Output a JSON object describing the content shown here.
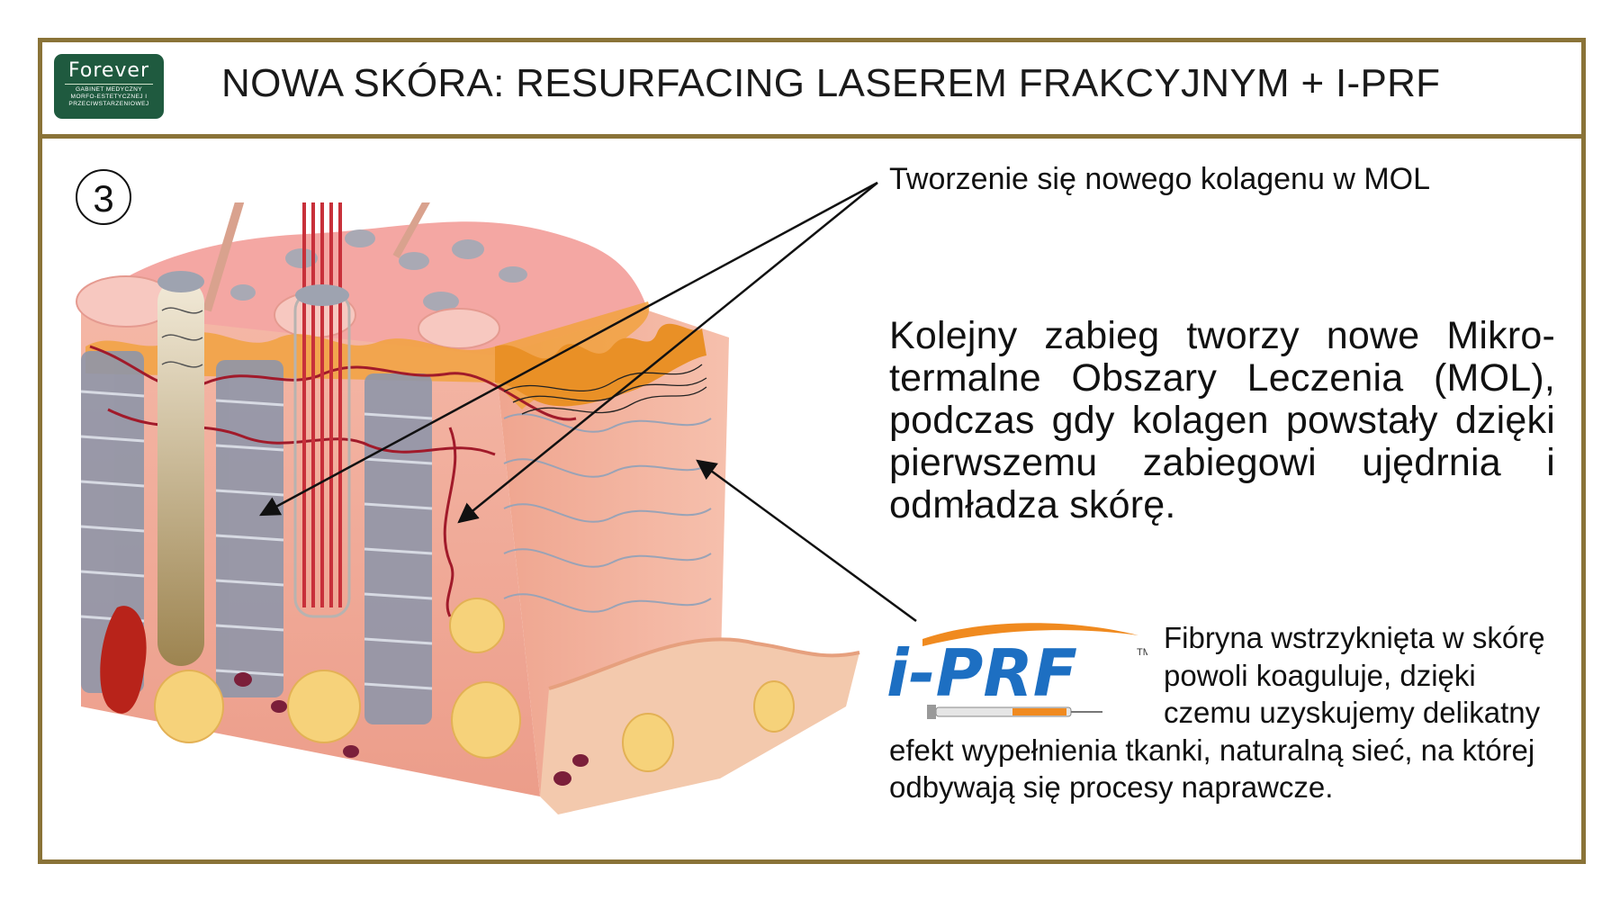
{
  "header": {
    "title": "NOWA SKÓRA: RESURFACING LASEREM FRAKCYJNYM + I-PRF",
    "logo": {
      "name": "Forever",
      "subtitle_lines": [
        "GABINET MEDYCZNY",
        "MORFO-ESTETYCZNEJ I",
        "PRZECIWSTARZENIOWEJ"
      ]
    }
  },
  "step_number": "3",
  "callout_label": "Tworzenie się nowego kolagenu w MOL",
  "main_text": "Kolejny zabieg tworzy nowe Mikro-termalne Obszary Leczenia (MOL), podczas gdy kolagen powstały dzięki pierwszemu zabiegowi ujędrnia i odmładza skórę.",
  "iprf": {
    "logo_text": "i-PRF",
    "trademark": "TM",
    "description": "Fibryna wstrzyknięta w skórę powoli koaguluje, dzięki czemu uzyskujemy delikatny efekt wypełnienia tkanki, naturalną sieć, na której odbywają się procesy naprawcze."
  },
  "colors": {
    "frame": "#8a7338",
    "logo_bg": "#1f5a3f",
    "iprf_orange": "#e8661c",
    "iprf_blue": "#1d6fc2",
    "skin_pink": "#f0a48f",
    "laser_red": "#c8303a"
  }
}
